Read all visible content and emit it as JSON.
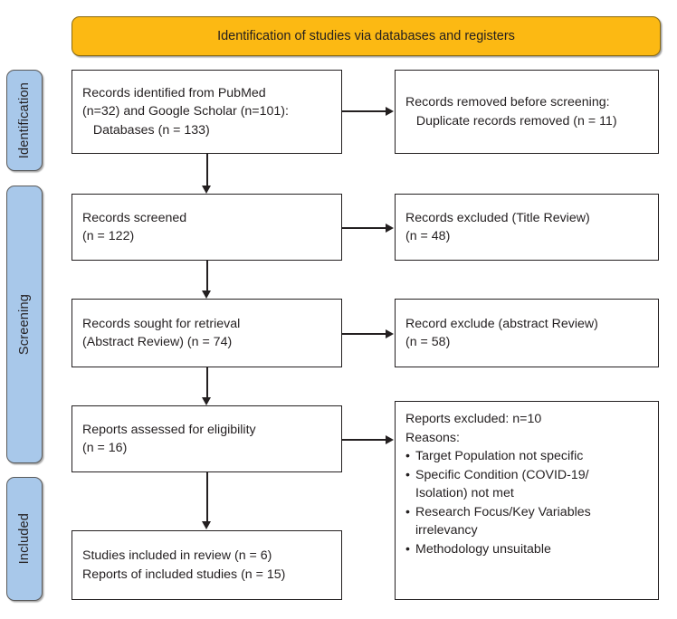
{
  "diagram": {
    "type": "prisma-flow-diagram",
    "banner": {
      "text": "Identification of studies via databases and registers",
      "color": "#fcb913"
    },
    "phases": [
      {
        "id": "identification",
        "label": "Identification",
        "color": "#a8c8ea"
      },
      {
        "id": "screening",
        "label": "Screening",
        "color": "#a8c8ea"
      },
      {
        "id": "included",
        "label": "Included",
        "color": "#a8c8ea"
      }
    ],
    "left_boxes": [
      {
        "id": "records-identified",
        "lines": [
          "Records identified from PubMed",
          "(n=32) and Google Scholar (n=101):",
          "   Databases (n = 133)"
        ]
      },
      {
        "id": "records-screened",
        "lines": [
          "Records screened",
          "(n = 122)"
        ]
      },
      {
        "id": "records-sought-for-retrieval",
        "lines": [
          "Records sought for retrieval",
          "(Abstract Review) (n = 74)"
        ]
      },
      {
        "id": "reports-assessed-for-eligibility",
        "lines": [
          "Reports assessed for eligibility",
          "(n = 16)"
        ]
      },
      {
        "id": "studies-included-in-review",
        "lines": [
          "Studies included in review (n = 6)",
          "Reports of included studies (n = 15)"
        ]
      }
    ],
    "right_boxes": [
      {
        "id": "records-removed-before-screening",
        "lines": [
          "Records removed before screening:",
          "   Duplicate records removed (n = 11)"
        ]
      },
      {
        "id": "records-excluded-title-review",
        "lines": [
          "Records excluded (Title Review)",
          "(n = 48)"
        ]
      },
      {
        "id": "record-exclude-abstract-review",
        "lines": [
          "Record exclude (abstract Review)",
          "(n = 58)"
        ]
      },
      {
        "id": "reports-excluded-reasons",
        "lines": [
          "Reports excluded: n=10",
          "Reasons:"
        ],
        "bullets": [
          "Target Population not specific",
          "Specific Condition (COVID-19/\nIsolation) not met",
          "Research Focus/Key Variables\nirrelevancy",
          "Methodology unsuitable"
        ],
        "bullet_glyph": "•"
      }
    ],
    "counts": {
      "pubmed_records": 32,
      "google_scholar_records": 101,
      "databases_total": 133,
      "duplicates_removed": 11,
      "records_screened": 122,
      "excluded_title_review": 48,
      "sought_for_retrieval": 74,
      "excluded_abstract_review": 58,
      "assessed_for_eligibility": 16,
      "reports_excluded": 10,
      "studies_included": 6,
      "reports_of_included_studies": 15
    }
  }
}
